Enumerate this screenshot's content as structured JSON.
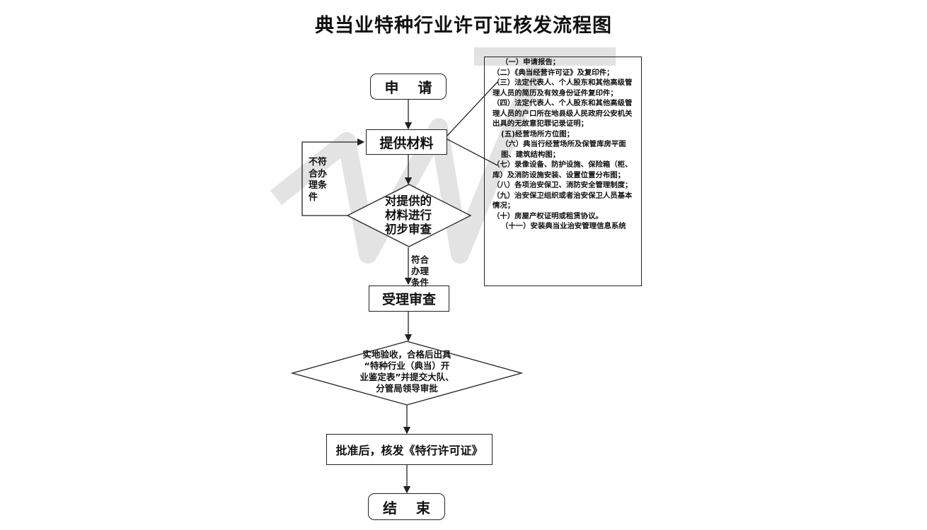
{
  "title": "典当业特种行业许可证核发流程图",
  "nodes": {
    "apply": "申 请",
    "materials": "提供材料",
    "review_line1": "对提供的",
    "review_line2": "材料进行",
    "review_line3": "初步审查",
    "accept": "受理审查",
    "inspect_line1": "实地验收，合格后出具",
    "inspect_line2": "“特种行业（典当）开",
    "inspect_line3": "业鉴定表”并提交大队、",
    "inspect_line4": "分管局领导审批",
    "approve": "批准后，核发《特行许可证》",
    "end": "结 束"
  },
  "labels": {
    "not_meet": [
      "不符",
      "合办",
      "理条",
      "件"
    ],
    "meet": [
      "符合",
      "办理",
      "条件"
    ]
  },
  "material_list": [
    "（一）申请报告；",
    "（二）《典当经营许可证》及复印件；",
    "（三）法定代表人、个人股东和其他高级管理人员的简历及有效身份证件复印件；",
    "（四）法定代表人、个人股东和其他高级管理人员的户口所在地县级人民政府公安机关出具的无故意犯罪记录证明；",
    "(五)经营场所方位图；",
    "（六）典当行经营场所及保管库房平面图、建筑结构图；",
    "（七）录像设备、防护设施、保险箱（柜、库）及消防设施安装、设置位置分布图；",
    "（八）各项治安保卫、消防安全管理制度；",
    "（九）治安保卫组织或者治安保卫人员基本情况；",
    "（十）房屋产权证明或租赁协议。",
    "（十一）安装典当业治安管理信息系统"
  ]
}
